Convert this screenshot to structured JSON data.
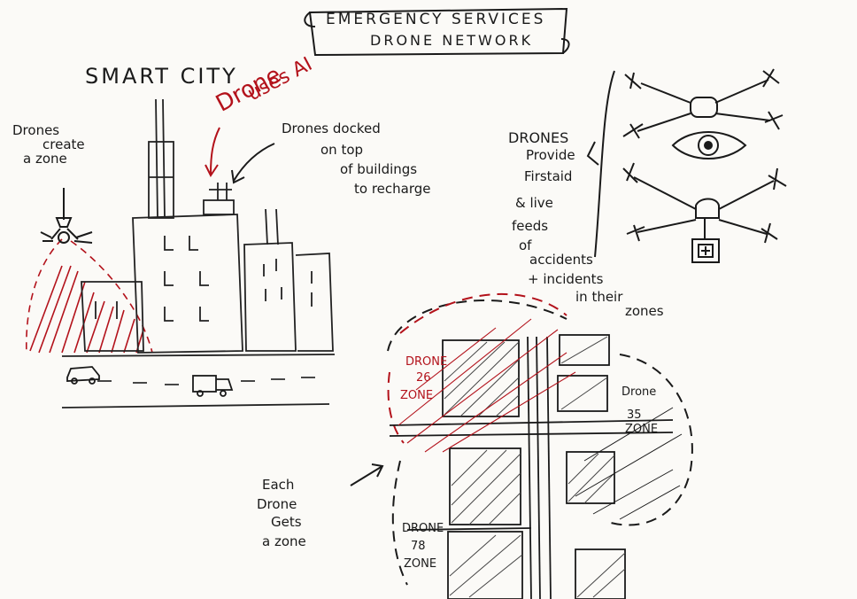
{
  "title": {
    "line1": "EMERGENCY SERVICES",
    "line2": "DRONE NETWORK"
  },
  "left_scene": {
    "heading": "SMART CITY",
    "drone_ai": [
      "Drone",
      "uses AI"
    ],
    "drones_create_zone": [
      "Drones",
      "create",
      "a zone"
    ],
    "docked_note": [
      "Drones docked",
      "on top",
      "of buildings",
      "to recharge"
    ]
  },
  "right_panel": {
    "lines": [
      "DRONES",
      "Provide",
      "Firstaid",
      "& live",
      "feeds",
      "of",
      "accidents",
      "+ incidents",
      "in their",
      "zones"
    ]
  },
  "map": {
    "each_drone": [
      "Each",
      "Drone",
      "Gets",
      "a zone"
    ],
    "zone_26": [
      "DRONE",
      "26",
      "ZONE"
    ],
    "zone_35": [
      "Drone",
      "35",
      "ZONE"
    ],
    "zone_78": [
      "DRONE",
      "78",
      "ZONE"
    ]
  },
  "colors": {
    "ink": "#1a1a1a",
    "red_ink": "#b3121b",
    "paper": "#fbfaf7"
  }
}
